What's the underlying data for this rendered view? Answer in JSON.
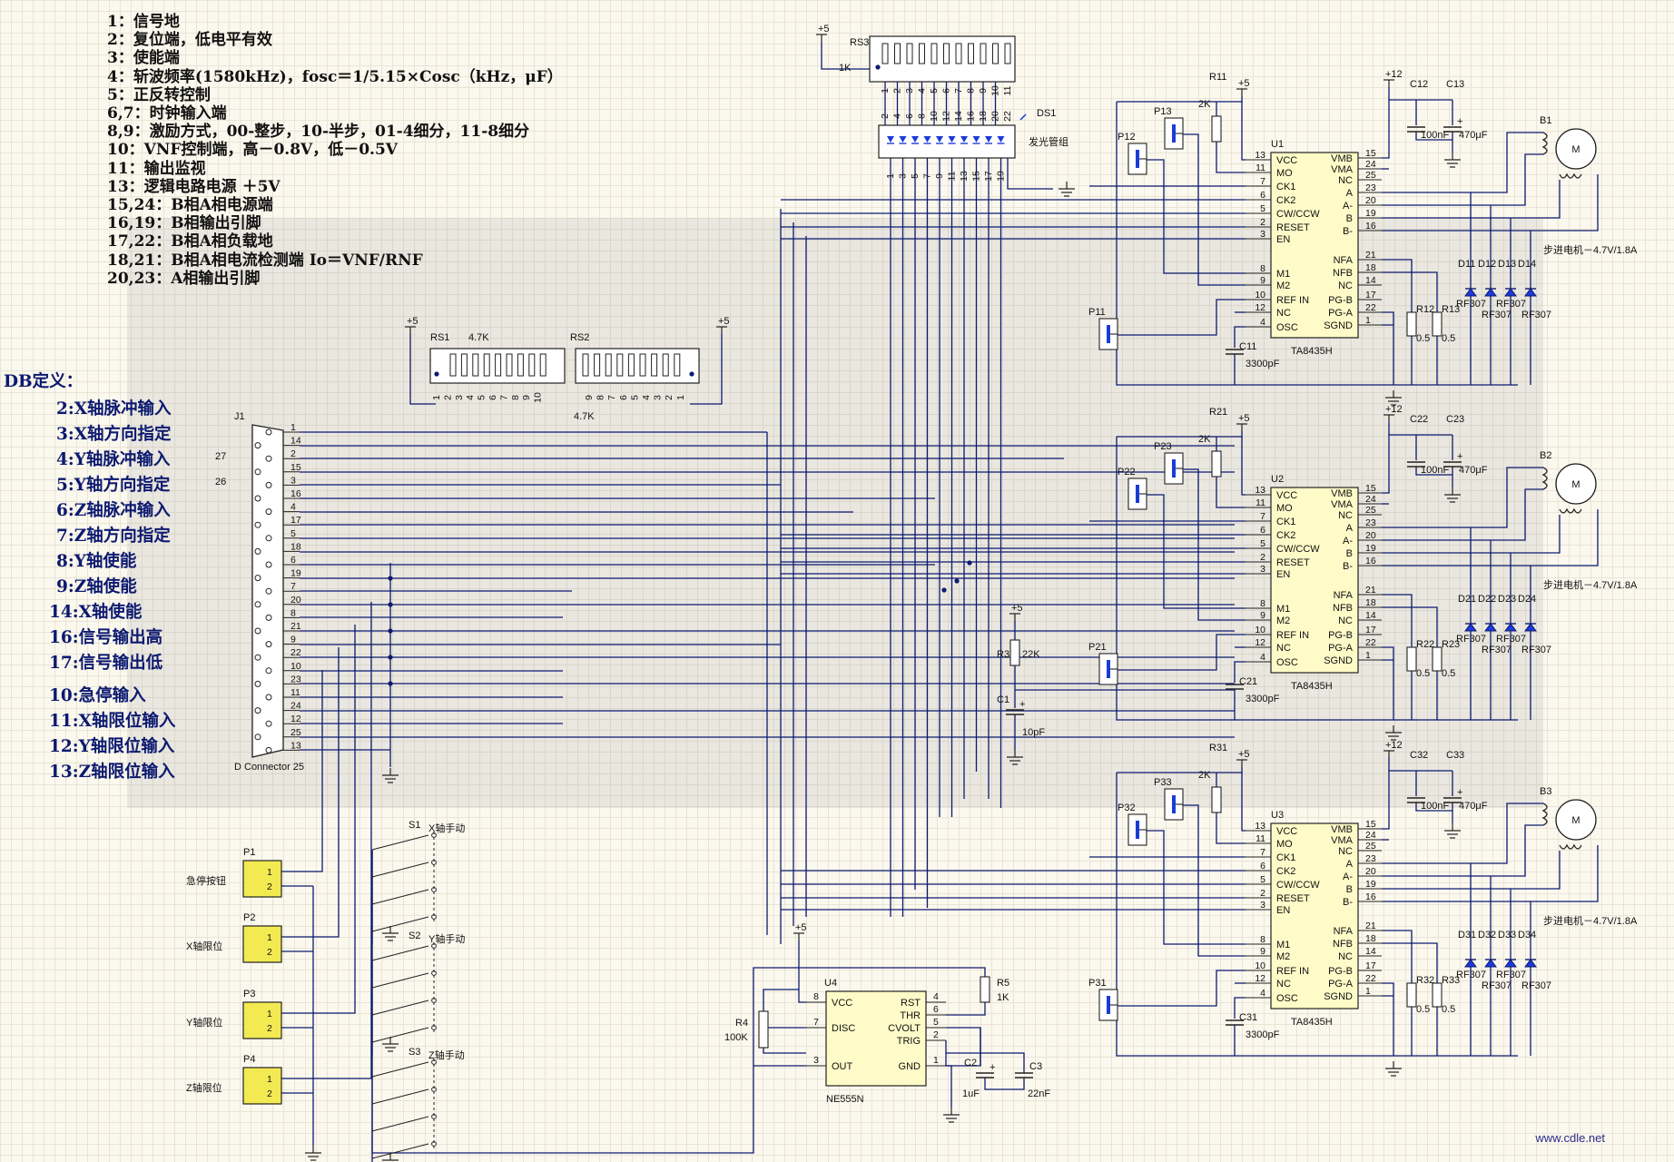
{
  "notes": [
    "1：信号地",
    "2：复位端，低电平有效",
    "3：使能端",
    "4：斩波频率(1580kHz)，fosc＝1/5.15×Cosc（kHz，μF）",
    "5：正反转控制",
    "6,7：时钟输入端",
    "8,9：激励方式，00-整步，10-半步，01-4细分，11-8细分",
    "10：VNF控制端，高－0.8V，低－0.5V",
    "11：输出监视",
    "13：逻辑电路电源 ＋5V",
    "15,24：B相A相电源端",
    "16,19：B相输出引脚",
    "17,22：B相A相负载地",
    "18,21：B相A相电流检测端 Io＝VNF/RNF",
    "20,23：A相输出引脚"
  ],
  "db_title": "DB定义：",
  "db_items": [
    "2:X轴脉冲输入",
    "3:X轴方向指定",
    "4:Y轴脉冲输入",
    "5:Y轴方向指定",
    "6:Z轴脉冲输入",
    "7:Z轴方向指定",
    "8:Y轴使能",
    "9:Z轴使能",
    "14:X轴使能",
    "16:信号输出高",
    "17:信号输出低",
    "10:急停输入",
    "11:X轴限位输入",
    "12:Y轴限位输入",
    "13:Z轴限位输入"
  ],
  "connector": {
    "ref": "J1",
    "name": "D Connector 25",
    "pins": [
      "1",
      "14",
      "2",
      "15",
      "3",
      "16",
      "4",
      "17",
      "5",
      "18",
      "6",
      "19",
      "7",
      "20",
      "8",
      "21",
      "9",
      "22",
      "10",
      "23",
      "11",
      "24",
      "12",
      "25",
      "13"
    ],
    "side_pins": [
      "27",
      "26"
    ]
  },
  "rs1": {
    "ref": "RS1",
    "value": "4.7K",
    "pins": [
      "1",
      "2",
      "3",
      "4",
      "5",
      "6",
      "7",
      "8",
      "9",
      "10"
    ]
  },
  "rs2": {
    "ref": "RS2",
    "value": "4.7K",
    "pins": [
      "9",
      "8",
      "7",
      "6",
      "5",
      "4",
      "3",
      "2",
      "1"
    ]
  },
  "rs3": {
    "ref": "RS3",
    "value": "1K",
    "pins_top": [
      "1",
      "2",
      "3",
      "4",
      "5",
      "6",
      "7",
      "8",
      "9",
      "10",
      "11"
    ],
    "pins_mid": [
      "2",
      "4",
      "6",
      "8",
      "10",
      "12",
      "14",
      "16",
      "18",
      "20",
      "22"
    ]
  },
  "ds1": {
    "ref": "DS1",
    "name": "发光管组",
    "pins": [
      "1",
      "3",
      "5",
      "7",
      "9",
      "11",
      "13",
      "15",
      "17",
      "19"
    ]
  },
  "drivers": [
    {
      "ref": "U1",
      "chip": "TA8435H",
      "r_top": "R11",
      "r_top_val": "2K",
      "pots": [
        "P12",
        "P13",
        "P11"
      ],
      "c_a": "C12",
      "c_a_val": "100nF",
      "c_b": "C13",
      "c_b_val": "470μF",
      "c_osc": "C11",
      "c_osc_val": "3300pF",
      "r_a": "R12",
      "r_b": "R13",
      "r_val": "0.5",
      "diodes": [
        "D11",
        "D12",
        "D13",
        "D14"
      ],
      "diode_type": "RF307",
      "motor": "B1",
      "motor_label": "步进电机－4.7V/1.8A"
    },
    {
      "ref": "U2",
      "chip": "TA8435H",
      "r_top": "R21",
      "r_top_val": "2K",
      "pots": [
        "P22",
        "P23",
        "P21"
      ],
      "c_a": "C22",
      "c_a_val": "100nF",
      "c_b": "C23",
      "c_b_val": "470μF",
      "c_osc": "C21",
      "c_osc_val": "3300pF",
      "r_a": "R22",
      "r_b": "R23",
      "r_val": "0.5",
      "diodes": [
        "D21",
        "D22",
        "D23",
        "D24"
      ],
      "diode_type": "RF307",
      "motor": "B2",
      "motor_label": "步进电机－4.7V/1.8A"
    },
    {
      "ref": "U3",
      "chip": "TA8435H",
      "r_top": "R31",
      "r_top_val": "2K",
      "pots": [
        "P32",
        "P33",
        "P31"
      ],
      "c_a": "C32",
      "c_a_val": "100nF",
      "c_b": "C33",
      "c_b_val": "470μF",
      "c_osc": "C31",
      "c_osc_val": "3300pF",
      "r_a": "R32",
      "r_b": "R33",
      "r_val": "0.5",
      "diodes": [
        "D31",
        "D32",
        "D33",
        "D34"
      ],
      "diode_type": "RF307",
      "motor": "B3",
      "motor_label": "步进电机－4.7V/1.8A"
    }
  ],
  "chip_left_pins": [
    {
      "num": "13",
      "name": "VCC"
    },
    {
      "num": "11",
      "name": "MO"
    },
    {
      "num": "7",
      "name": "CK1"
    },
    {
      "num": "6",
      "name": "CK2"
    },
    {
      "num": "5",
      "name": "CW/CCW"
    },
    {
      "num": "2",
      "name": "RESET"
    },
    {
      "num": "3",
      "name": "EN"
    },
    {
      "num": "8",
      "name": "M1"
    },
    {
      "num": "9",
      "name": "M2"
    },
    {
      "num": "10",
      "name": "REF IN"
    },
    {
      "num": "12",
      "name": "NC"
    },
    {
      "num": "4",
      "name": "OSC"
    }
  ],
  "chip_right_pins": [
    {
      "num": "15",
      "name": "VMB"
    },
    {
      "num": "24",
      "name": "VMA"
    },
    {
      "num": "25",
      "name": "NC"
    },
    {
      "num": "23",
      "name": "A"
    },
    {
      "num": "20",
      "name": "A-"
    },
    {
      "num": "19",
      "name": "B"
    },
    {
      "num": "16",
      "name": "B-"
    },
    {
      "num": "21",
      "name": "NFA"
    },
    {
      "num": "18",
      "name": "NFB"
    },
    {
      "num": "14",
      "name": "NC"
    },
    {
      "num": "17",
      "name": "PG-B"
    },
    {
      "num": "22",
      "name": "PG-A"
    },
    {
      "num": "1",
      "name": "SGND"
    }
  ],
  "supply_5v": "+5",
  "supply_12v": "+12",
  "ne555": {
    "ref": "U4",
    "chip": "NE555N",
    "left_pins": [
      {
        "num": "8",
        "name": "VCC"
      },
      {
        "num": "7",
        "name": "DISC"
      },
      {
        "num": "3",
        "name": "OUT"
      }
    ],
    "right_pins": [
      {
        "num": "4",
        "name": "RST"
      },
      {
        "num": "6",
        "name": "THR"
      },
      {
        "num": "5",
        "name": "CVOLT"
      },
      {
        "num": "2",
        "name": "TRIG"
      },
      {
        "num": "1",
        "name": "GND"
      }
    ]
  },
  "r3": {
    "ref": "R3",
    "value": "22K"
  },
  "c1": {
    "ref": "C1",
    "value": "10pF"
  },
  "r4": {
    "ref": "R4",
    "value": "100K"
  },
  "r5": {
    "ref": "R5",
    "value": "1K"
  },
  "c2": {
    "ref": "C2",
    "value": "1uF"
  },
  "c3": {
    "ref": "C3",
    "value": "22nF"
  },
  "switches": [
    {
      "ref": "S1",
      "label": "X轴手动"
    },
    {
      "ref": "S2",
      "label": "Y轴手动"
    },
    {
      "ref": "S3",
      "label": "Z轴手动"
    }
  ],
  "headers": [
    {
      "ref": "P1",
      "label": "急停按钮"
    },
    {
      "ref": "P2",
      "label": "X轴限位"
    },
    {
      "ref": "P3",
      "label": "Y轴限位"
    },
    {
      "ref": "P4",
      "label": "Z轴限位"
    }
  ],
  "header_pins": [
    "1",
    "2"
  ],
  "watermark": "www.cdle.net"
}
